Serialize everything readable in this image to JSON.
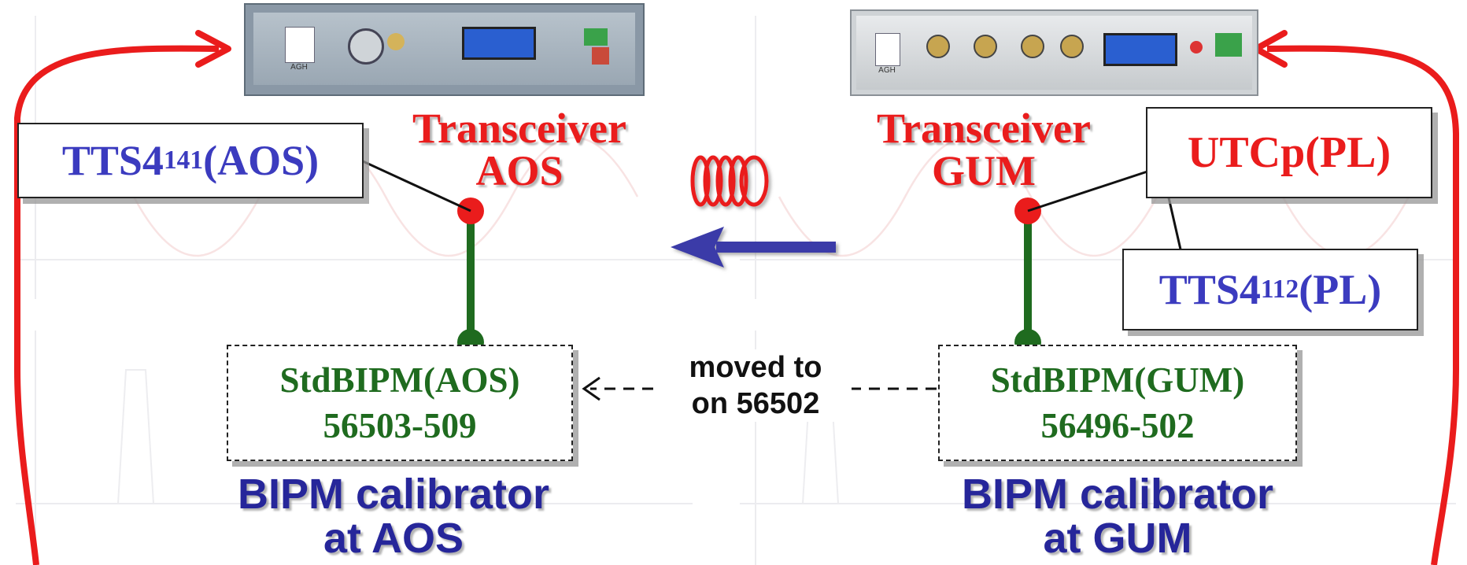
{
  "colors": {
    "link_red": "#ea1c1c",
    "link_green": "#1f6b1f",
    "arrow_blue": "#3a3aa8",
    "clock_text": "#3b3bbf",
    "calibrator_text": "#26269a"
  },
  "photo_aos": {
    "logo": "AGH"
  },
  "photo_gum": {
    "logo": "AGH"
  },
  "transceiver_aos": {
    "line1": "Transceiver",
    "line2": "AOS"
  },
  "transceiver_gum": {
    "line1": "Transceiver",
    "line2": "GUM"
  },
  "tts4_aos": {
    "name": "TTS4",
    "sub": "141",
    "suffix": "(AOS)"
  },
  "utcp": {
    "label": "UTCp(PL)"
  },
  "tts4_pl": {
    "name": "TTS4",
    "sub": "112",
    "suffix": " (PL)"
  },
  "std_aos": {
    "line1": "StdBIPM(AOS)",
    "line2": "56503-509"
  },
  "std_gum": {
    "line1": "StdBIPM(GUM)",
    "line2": "56496-502"
  },
  "moved": {
    "line1": "moved to",
    "line2": "on 56502"
  },
  "cal_aos": {
    "line1": "BIPM calibrator",
    "line2": "at AOS"
  },
  "cal_gum": {
    "line1": "BIPM calibrator",
    "line2": "at GUM"
  }
}
